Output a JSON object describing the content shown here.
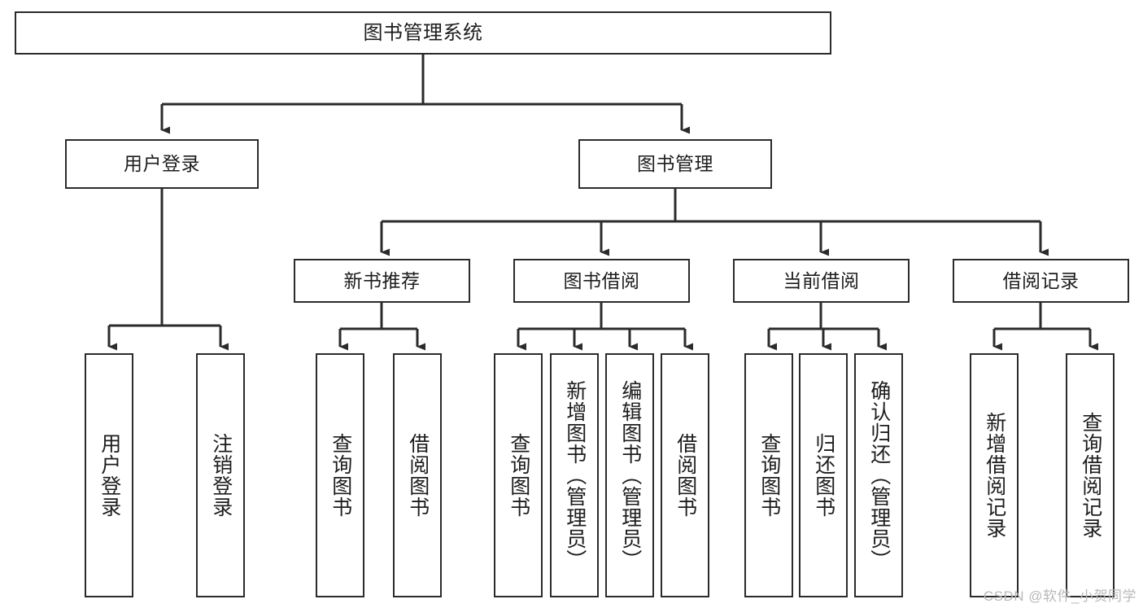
{
  "diagram": {
    "title": "图书管理系统",
    "type": "tree-hierarchy",
    "stroke_color": "#2b2b2b",
    "fill_color": "#ffffff",
    "text_color": "#1d1d1d",
    "root": {
      "label": "图书管理系统"
    },
    "level1": [
      {
        "label": "用户登录"
      },
      {
        "label": "图书管理"
      }
    ],
    "level2": [
      {
        "label": "新书推荐"
      },
      {
        "label": "图书借阅"
      },
      {
        "label": "当前借阅"
      },
      {
        "label": "借阅记录"
      }
    ],
    "leaves": {
      "user_login": [
        {
          "label": "用户登录"
        },
        {
          "label": "注销登录"
        }
      ],
      "new_book_recommend": [
        {
          "label": "查询图书"
        },
        {
          "label": "借阅图书"
        }
      ],
      "book_borrow": [
        {
          "label": "查询图书"
        },
        {
          "label": "新增图书（管理员）"
        },
        {
          "label": "编辑图书（管理员）"
        },
        {
          "label": "借阅图书"
        }
      ],
      "current_borrow": [
        {
          "label": "查询图书"
        },
        {
          "label": "归还图书"
        },
        {
          "label": "确认归还（管理员）"
        }
      ],
      "borrow_record": [
        {
          "label": "新增借阅记录"
        },
        {
          "label": "查询借阅记录"
        }
      ]
    }
  },
  "watermark": {
    "text": "CSDN @软件_小贺同学"
  }
}
